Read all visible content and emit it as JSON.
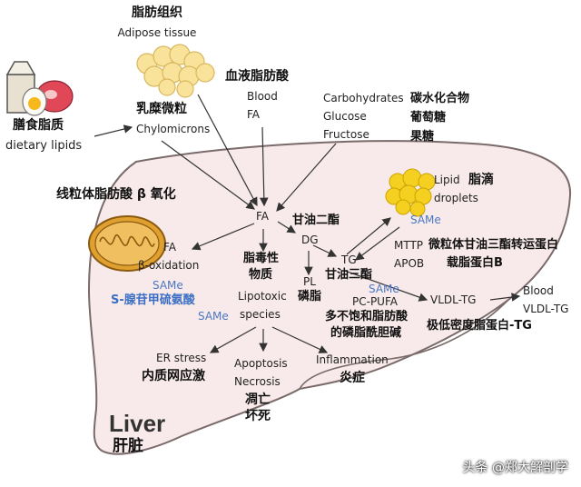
{
  "adipose": {
    "cn": "脂肪组织",
    "en": "Adipose tissue"
  },
  "blood_fa": {
    "cn": "血液脂肪酸",
    "en1": "Blood",
    "en2": "FA"
  },
  "carbs": {
    "en1": "Carbohydrates",
    "en2": "Glucose",
    "en3": "Fructose",
    "cn1": "碳水化合物",
    "cn2": "葡萄糖",
    "cn3": "果糖"
  },
  "dietary": {
    "cn": "膳食脂质",
    "en": "dietary lipids"
  },
  "chylo": {
    "cn": "乳糜微粒",
    "en": "Chylomicrons"
  },
  "mito_title": "线粒体脂肪酸 β 氧化",
  "fa_center": "FA",
  "fa_mito": "FA",
  "beta_ox": "β-oxidation",
  "same_mito": "SAMe",
  "same_cn": "S-腺苷甲硫氨酸",
  "same_mid": "SAMe",
  "dg": {
    "cn": "甘油二酯",
    "en": "DG"
  },
  "tg": {
    "en": "TG",
    "cn": "甘油三酯"
  },
  "pl": {
    "en": "PL",
    "cn": "磷脂"
  },
  "lipid_droplets": {
    "en1": "Lipid",
    "en2": "droplets",
    "cn": "脂滴"
  },
  "same_ld": "SAMe",
  "mttp": {
    "en1": "MTTP",
    "en2": "APOB",
    "cn1": "微粒体甘油三酯转运蛋白",
    "cn2": "载脂蛋白B"
  },
  "same_pc": "SAMe",
  "pc_pufa": {
    "en": "PC-PUFA",
    "cn1": "多不饱和脂肪酸",
    "cn2": "的磷脂酰胆碱"
  },
  "vldl": {
    "en": "VLDL-TG",
    "cn": "极低密度脂蛋白-TG"
  },
  "blood_vldl": {
    "en1": "Blood",
    "en2": "VLDL-TG"
  },
  "lipotoxic": {
    "cn1": "脂毒性",
    "cn2": "物质",
    "en1": "Lipotoxic",
    "en2": "species"
  },
  "er": {
    "en": "ER stress",
    "cn": "内质网应激"
  },
  "apoptosis": {
    "en1": "Apoptosis",
    "en2": "Necrosis",
    "cn1": "凋亡",
    "cn2": "坏死"
  },
  "inflammation": {
    "en": "Inflammation",
    "cn": "炎症"
  },
  "liver": {
    "en": "Liver",
    "cn": "肝脏"
  },
  "watermark": "头条 @郑大解剖学",
  "colors": {
    "liver_fill": "#f8eaea",
    "liver_stroke": "#7a6a6a",
    "mito": "#e0a030",
    "droplet": "#f5d020",
    "adipose": "#f9e29a",
    "same_blue": "#4a78c2"
  }
}
